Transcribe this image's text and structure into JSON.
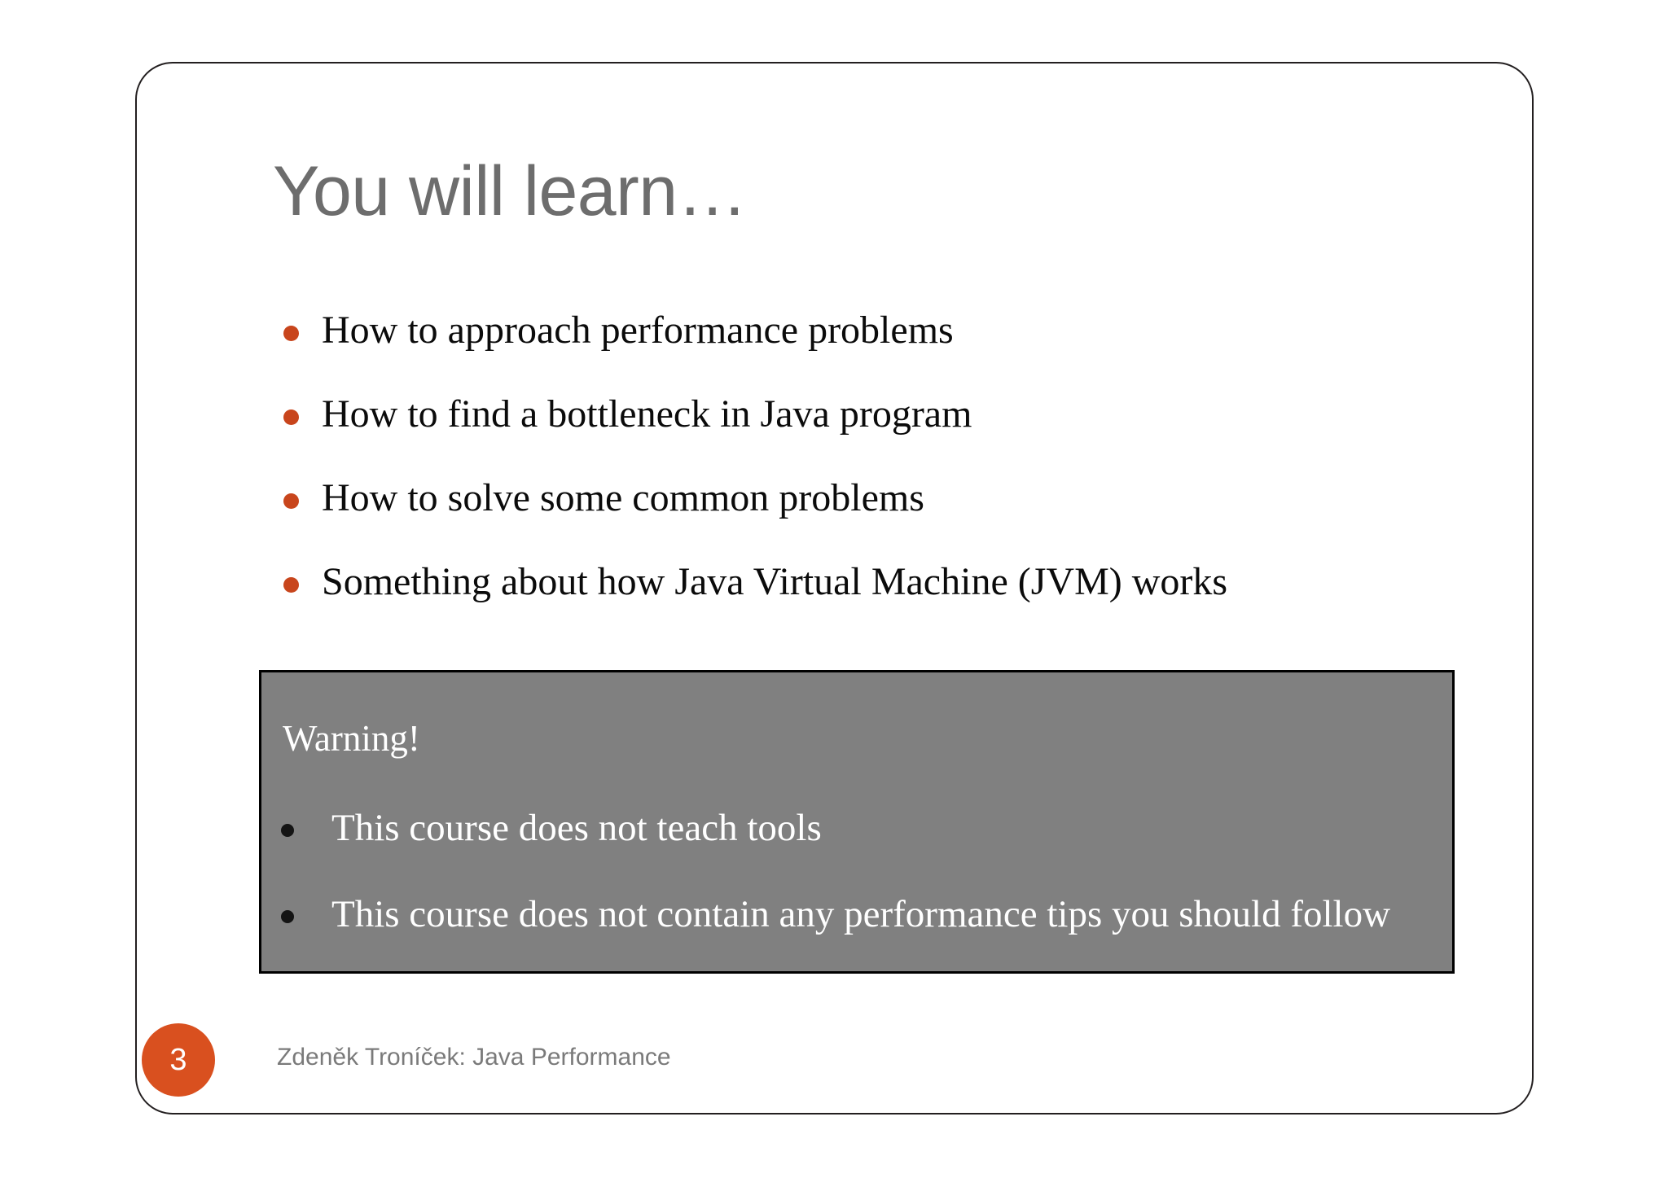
{
  "slide": {
    "title": "You will learn…",
    "bullets": [
      {
        "text": "How to approach performance problems"
      },
      {
        "text": "How to find a bottleneck in Java program"
      },
      {
        "text": "How to solve some common problems"
      },
      {
        "text": "Something about how Java Virtual Machine (JVM) works"
      }
    ],
    "warning": {
      "heading": "Warning!",
      "items": [
        {
          "text": "This course does not teach tools"
        },
        {
          "text": "This course does not contain any performance tips you should follow"
        }
      ],
      "background_color": "#808080",
      "border_color": "#000000",
      "text_color": "#ffffff"
    },
    "footer": {
      "page_number": "3",
      "credit": "Zdeněk Troníček: Java Performance",
      "badge_color": "#d9501f",
      "credit_color": "#7a7a7a"
    },
    "colors": {
      "title": "#6d6d6d",
      "bullet_marker": "#c8451c",
      "body_text": "#0b0b0b",
      "frame_border": "#231f20",
      "background": "#ffffff"
    }
  }
}
